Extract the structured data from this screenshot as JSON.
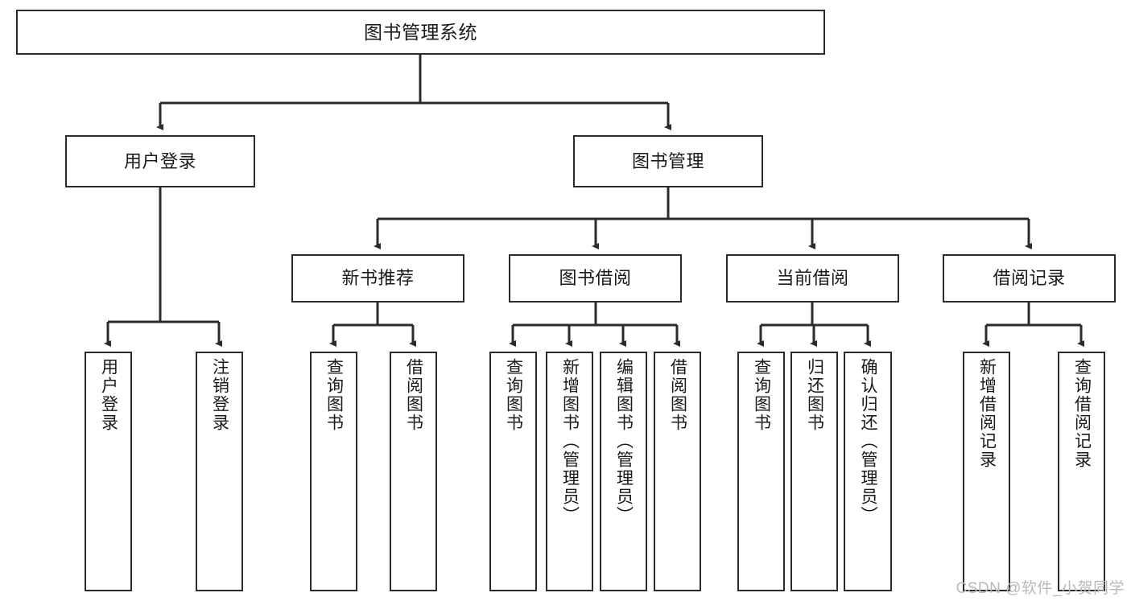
{
  "diagram": {
    "title": "图书管理系统",
    "watermark": "CSDN @软件_小贺同学",
    "accent_color": "#2b2b2b",
    "background_color": "#ffffff",
    "levels": {
      "root": {
        "label": "图书管理系统"
      },
      "level2": [
        {
          "id": "user-login",
          "label": "用户登录"
        },
        {
          "id": "book-management",
          "label": "图书管理"
        }
      ],
      "level3": [
        {
          "id": "new-book-recommend",
          "label": "新书推荐"
        },
        {
          "id": "book-borrow",
          "label": "图书借阅"
        },
        {
          "id": "current-borrow",
          "label": "当前借阅"
        },
        {
          "id": "borrow-record",
          "label": "借阅记录"
        }
      ],
      "leaves": [
        {
          "id": "leaf-user-login",
          "label": "用户登录",
          "parent": "user-login"
        },
        {
          "id": "leaf-logout-login",
          "label": "注销登录",
          "parent": "user-login"
        },
        {
          "id": "leaf-query-book-1",
          "label": "查询图书",
          "parent": "new-book-recommend"
        },
        {
          "id": "leaf-borrow-book-1",
          "label": "借阅图书",
          "parent": "new-book-recommend"
        },
        {
          "id": "leaf-query-book-2",
          "label": "查询图书",
          "parent": "book-borrow"
        },
        {
          "id": "leaf-add-book",
          "label": "新增图书（管理员）",
          "parent": "book-borrow"
        },
        {
          "id": "leaf-edit-book",
          "label": "编辑图书（管理员）",
          "parent": "book-borrow"
        },
        {
          "id": "leaf-borrow-book-2",
          "label": "借阅图书",
          "parent": "book-borrow"
        },
        {
          "id": "leaf-query-book-3",
          "label": "查询图书",
          "parent": "current-borrow"
        },
        {
          "id": "leaf-return-book",
          "label": "归还图书",
          "parent": "current-borrow"
        },
        {
          "id": "leaf-confirm-return",
          "label": "确认归还（管理员）",
          "parent": "current-borrow"
        },
        {
          "id": "leaf-add-record",
          "label": "新增借阅记录",
          "parent": "borrow-record"
        },
        {
          "id": "leaf-query-record",
          "label": "查询借阅记录",
          "parent": "borrow-record"
        }
      ]
    }
  }
}
